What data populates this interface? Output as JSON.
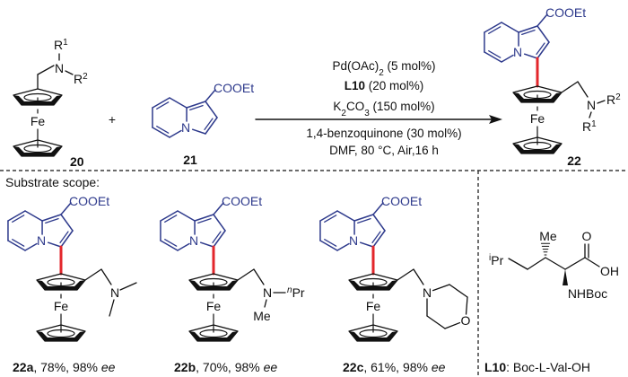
{
  "colors": {
    "indolizine": "#2e3a8c",
    "new_bond": "#e3262b",
    "ink": "#111111"
  },
  "atoms": {
    "N": "N",
    "Fe": "Fe",
    "O": "O",
    "OH": "OH",
    "Me": "Me",
    "COOEt": "COOEt",
    "R": "R",
    "sup1": "1",
    "sup2": "2",
    "NHBoc": "NHBoc",
    "i_sup": "i",
    "n_sup": "n",
    "Pr": "Pr"
  },
  "compounds": {
    "c20": "20",
    "c21": "21",
    "c22": "22"
  },
  "plus": "+",
  "conditions": {
    "l1a": "Pd(OAc)",
    "l1sub": "2",
    "l1b": " (5 mol%)",
    "l2a": "L10",
    "l2b": " (20 mol%)",
    "l3a": "K",
    "l3sub1": "2",
    "l3b": "CO",
    "l3sub2": "3",
    "l3c": " (150 mol%)",
    "l4": "1,4-benzoquinone (30 mol%)",
    "l5": "DMF, 80 °C, Air,16 h"
  },
  "scope_title": "Substrate scope:",
  "substrates": [
    {
      "id": "22a",
      "stats": ", 78%, 98% ",
      "ee": "ee"
    },
    {
      "id": "22b",
      "stats": ", 70%, 98% ",
      "ee": "ee"
    },
    {
      "id": "22c",
      "stats": ", 61%, 98% ",
      "ee": "ee"
    }
  ],
  "ligand": {
    "id": "L10",
    "name": ": Boc-L-Val-OH"
  }
}
